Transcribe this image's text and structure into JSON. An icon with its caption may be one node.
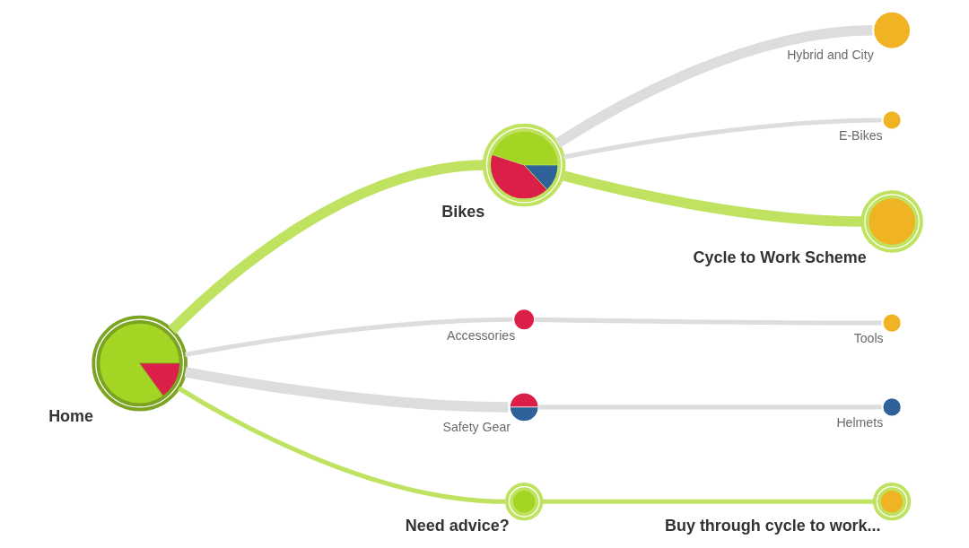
{
  "diagram": {
    "nodes": [
      {
        "text": [
          "Home"
        ]
      },
      {
        "text": [
          "Bikes"
        ]
      },
      {
        "text": [
          "Accessories"
        ]
      },
      {
        "text": [
          "Safety Gear"
        ]
      },
      {
        "text": [
          "Need advice?"
        ]
      },
      {
        "text": [
          "Hybrid and City"
        ]
      },
      {
        "text": [
          "E-Bikes"
        ]
      },
      {
        "text": [
          "Cycle to Work Scheme"
        ]
      },
      {
        "text": [
          "Tools"
        ]
      },
      {
        "text": [
          "Helmets"
        ]
      },
      {
        "text": [
          "Buy through cycle to work..."
        ]
      }
    ],
    "edges": [
      {
        "from": 0,
        "to": 1,
        "arrow": "none",
        "style": "thick",
        "color": "#bfe360"
      },
      {
        "from": 0,
        "to": 2,
        "arrow": "none"
      },
      {
        "from": 0,
        "to": 3,
        "arrow": "none",
        "style": "thick"
      },
      {
        "from": 0,
        "to": 4,
        "arrow": "none",
        "color": "#bfe360"
      },
      {
        "from": 1,
        "to": 5,
        "arrow": "none",
        "style": "thick"
      },
      {
        "from": 1,
        "to": 6,
        "arrow": "none"
      },
      {
        "from": 1,
        "to": 7,
        "arrow": "none",
        "style": "thick",
        "color": "#bfe360"
      },
      {
        "from": 2,
        "to": 8,
        "arrow": "none"
      },
      {
        "from": 3,
        "to": 9,
        "arrow": "none"
      },
      {
        "from": 4,
        "to": 10,
        "arrow": "none",
        "color": "#bfe360"
      }
    ]
  }
}
